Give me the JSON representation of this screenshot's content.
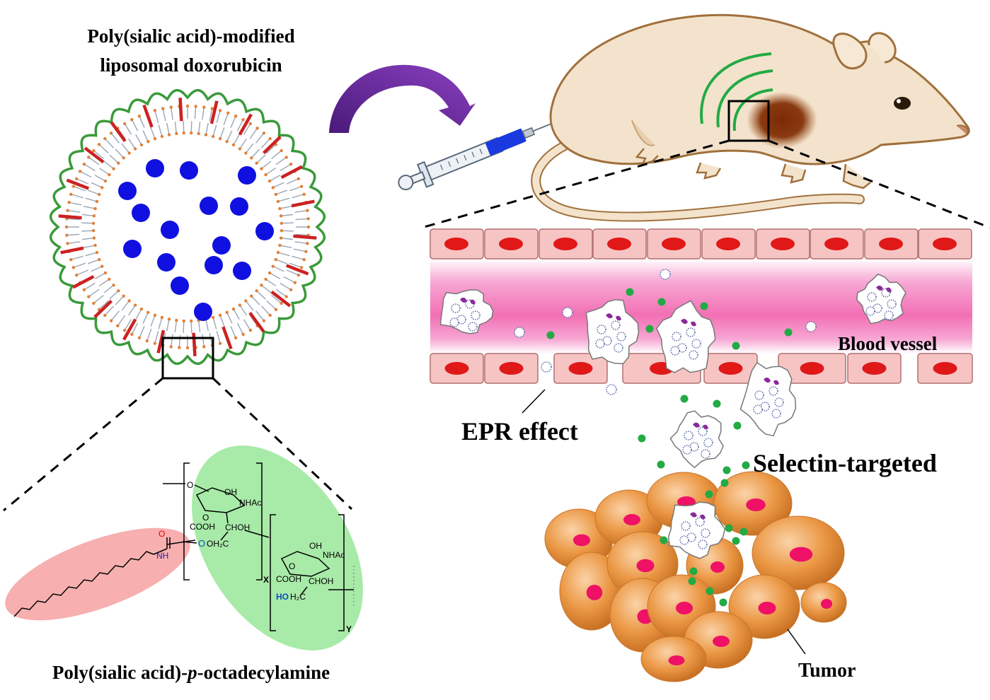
{
  "labels": {
    "title_line1": "Poly(sialic acid)-modified",
    "title_line2": "liposomal doxorubicin",
    "polymer_prefix": "Poly(sialic acid)-",
    "polymer_italic": "p",
    "polymer_suffix": "-octadecylamine",
    "blood_vessel": "Blood vessel",
    "epr": "EPR effect",
    "selectin": "Selectin-targeted",
    "tumor": "Tumor"
  },
  "chem": {
    "oh1": "OH",
    "nhac1": "NHAc",
    "cooh1": "COOH",
    "chohtop": "CHOH",
    "oh2c": "OH₂C",
    "x": "X",
    "o_link": "O",
    "o_ring": "O",
    "o_carbonyl": "O",
    "nh": "NH",
    "oh3": "OH",
    "nhac2": "NHAc",
    "cooh2": "COOH",
    "choh2": "CHOH",
    "ho": "HO",
    "h2c": "H₂C",
    "y": "Y"
  },
  "colors": {
    "liposome_green": "#3a9a3a",
    "drug_blue": "#1010e0",
    "lipid_red": "#cc2222",
    "arrow_purple": "#6a2a9a",
    "vessel_pink": "#f7a8cf",
    "cell_pink": "#f6c6c6",
    "nucleus_red": "#e01818",
    "tumor_orange": "#e8923c",
    "tumor_nucleus": "#ee1166",
    "rat_body": "#f3e3cc",
    "rat_outline": "#a0703c",
    "signal_green": "#22aa44",
    "tumor_spot": "#8a3a10",
    "red_ellipse": "#f4a0a0",
    "green_ellipse": "#9ee89e"
  }
}
